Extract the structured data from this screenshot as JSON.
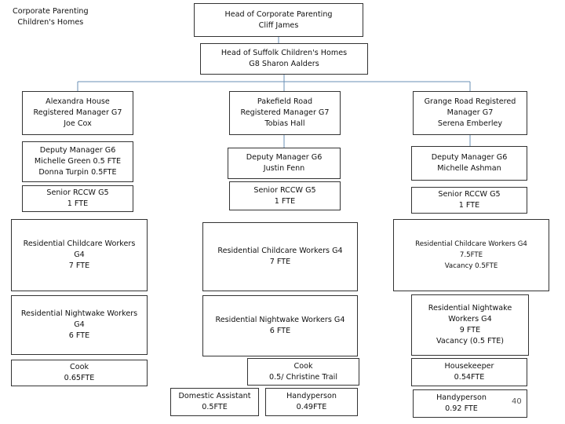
{
  "corner_title": {
    "line1": "Corporate Parenting",
    "line2": "Children's Homes"
  },
  "head": {
    "line1": "Head of Corporate Parenting",
    "line2": "Cliff James"
  },
  "sub_head": {
    "line1": "Head of Suffolk Children's Homes",
    "line2": "G8 Sharon Aalders"
  },
  "columns": [
    {
      "manager": {
        "line1": "Alexandra House",
        "line2": "Registered Manager G7",
        "line3": "Joe Cox"
      },
      "deputy": {
        "line1": "Deputy Manager G6",
        "line2": "Michelle Green 0.5 FTE",
        "line3": "Donna Turpin 0.5FTE"
      },
      "senior": {
        "line1": "Senior RCCW G5",
        "line2": "1 FTE"
      },
      "childcare": {
        "line1": "Residential Childcare Workers",
        "line2": "G4",
        "line3": "7 FTE"
      },
      "nightwake": {
        "line1": "Residential Nightwake Workers",
        "line2": "G4",
        "line3": "6 FTE"
      },
      "cook": {
        "line1": "Cook",
        "line2": "0.65FTE"
      }
    },
    {
      "manager": {
        "line1": "Pakefield Road",
        "line2": "Registered Manager G7",
        "line3": "Tobias Hall"
      },
      "deputy": {
        "line1": "Deputy Manager G6",
        "line2": "Justin Fenn"
      },
      "senior": {
        "line1": "Senior RCCW G5",
        "line2": "1 FTE"
      },
      "childcare": {
        "line1": "Residential Childcare Workers G4",
        "line2": "7 FTE"
      },
      "nightwake": {
        "line1": "Residential Nightwake Workers G4",
        "line2": "6 FTE"
      },
      "cook": {
        "line1": "Cook",
        "line2": "0.5/ Christine Trail"
      },
      "domestic": {
        "line1": "Domestic Assistant",
        "line2": "0.5FTE"
      },
      "handyperson": {
        "line1": "Handyperson",
        "line2": "0.49FTE"
      }
    },
    {
      "manager": {
        "line1": "Grange Road Registered",
        "line2": "Manager G7",
        "line3": "Serena Emberley"
      },
      "deputy": {
        "line1": "Deputy Manager G6",
        "line2": "Michelle Ashman"
      },
      "senior": {
        "line1": "Senior RCCW G5",
        "line2": "1 FTE"
      },
      "childcare": {
        "line1": "Residential Childcare Workers G4",
        "line2": "7.5FTE",
        "line3": "Vacancy 0.5FTE"
      },
      "nightwake": {
        "line1": "Residential Nightwake",
        "line2": "Workers G4",
        "line3": "9 FTE",
        "line4": "Vacancy (0.5 FTE)"
      },
      "housekeeper": {
        "line1": "Housekeeper",
        "line2": "0.54FTE"
      },
      "handyperson": {
        "line1": "Handyperson",
        "line2": "0.92 FTE"
      }
    }
  ],
  "page_number": "40"
}
